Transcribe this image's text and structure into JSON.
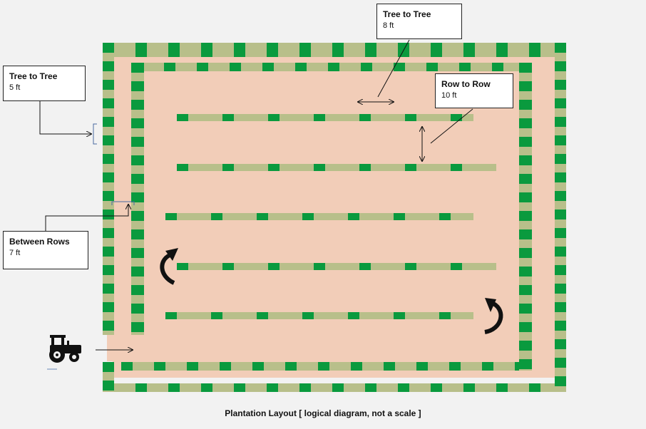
{
  "labels": {
    "tree_to_tree_top": {
      "title": "Tree to Tree",
      "value": "8 ft"
    },
    "tree_to_tree_left": {
      "title": "Tree to Tree",
      "value": "5 ft"
    },
    "row_to_row": {
      "title": "Row  to Row",
      "value": "10 ft"
    },
    "between_rows": {
      "title": "Between Rows",
      "value": "7 ft"
    }
  },
  "caption": "Plantation Layout  [ logical diagram, not a scale ]",
  "colors": {
    "field": "#f2cdb8",
    "strip_light": "#b8bf8a",
    "tree_dark": "#0a9a3e",
    "background": "#f2f2f2"
  },
  "icons": [
    "tractor-icon",
    "u-turn-arrow-icon"
  ]
}
